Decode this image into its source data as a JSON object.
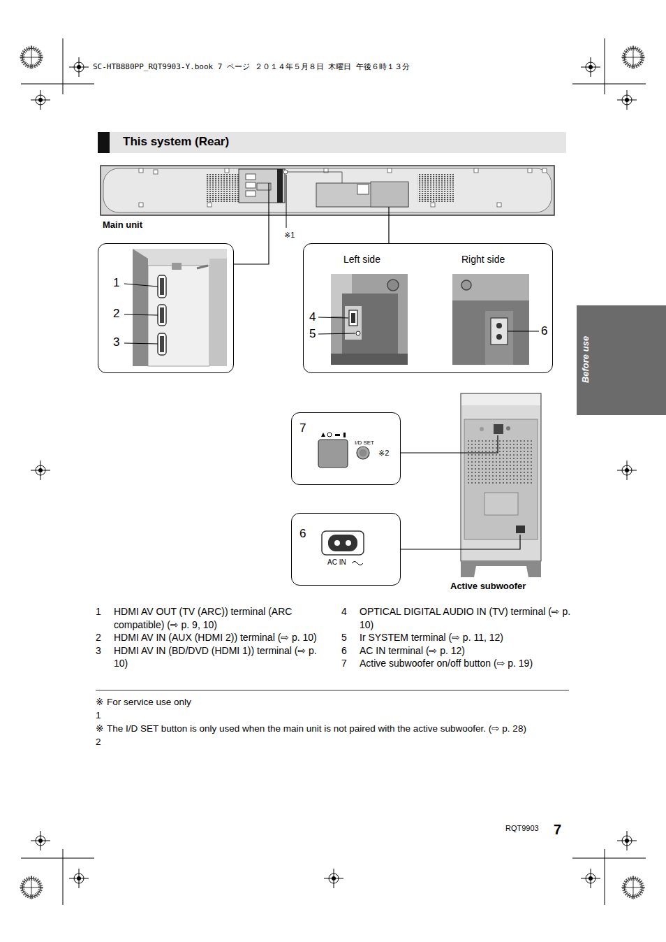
{
  "diagram": {
    "title": "This system (Rear)",
    "nodes": [
      {
        "text": [
          "Main unit"
        ]
      },
      {
        "text": [
          "1",
          "2",
          "3"
        ]
      },
      {
        "text": [
          "Left side",
          "Right side",
          "4",
          "5",
          "6"
        ]
      },
      {
        "text": [
          "7",
          "I/D SET",
          "※2"
        ]
      },
      {
        "text": [
          "Active subwoofer"
        ]
      },
      {
        "text": [
          "6",
          "AC IN"
        ]
      }
    ],
    "edges": [
      {
        "from": 0,
        "to": 1,
        "arrow": "none"
      },
      {
        "from": 0,
        "to": 2,
        "arrow": "none"
      },
      {
        "from": 4,
        "to": 3,
        "arrow": "none"
      },
      {
        "from": 4,
        "to": 5,
        "arrow": "none"
      }
    ],
    "labels": [
      "SC-HTB880PP_RQT9903-Y.book 7 ページ ２０１４年５月８日 木曜日 午後６時１３分",
      "※1",
      "1",
      "HDMI AV OUT (TV (ARC)) terminal (ARC compatible) (⇨ p. 9, 10)",
      "2",
      "HDMI AV IN (AUX (HDMI 2)) terminal (⇨ p. 10)",
      "3",
      "HDMI AV IN (BD/DVD (HDMI 1)) terminal (⇨ p. 10)",
      "4",
      "OPTICAL DIGITAL AUDIO IN (TV) terminal (⇨ p. 10)",
      "5",
      "Ir SYSTEM terminal (⇨ p. 11, 12)",
      "6",
      "AC IN terminal (⇨ p. 12)",
      "7",
      "Active subwoofer on/off button (⇨ p. 19)",
      "※ 1",
      "For service use only",
      "※ 2",
      "The I/D SET button is only used when the main unit is not paired with the active subwoofer. (⇨ p. 28)",
      "RQT9903",
      "7",
      "Before use"
    ]
  }
}
